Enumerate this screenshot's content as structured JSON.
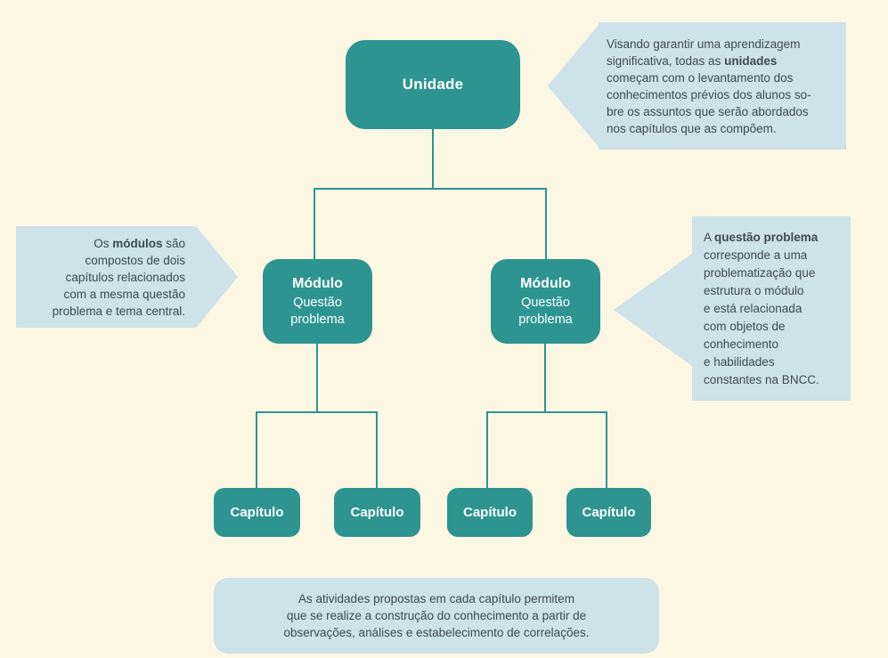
{
  "palette": {
    "background": "#FBF7E3",
    "teal": "#2D9490",
    "callout_bg": "#CDE2E9",
    "text_dark": "#3E4A53",
    "text_light": "#FFFFFF"
  },
  "nodes": {
    "unidade": {
      "label": "Unidade"
    },
    "modulo_left": {
      "title": "Módulo",
      "subtitle": "Questão\nproblema"
    },
    "modulo_right": {
      "title": "Módulo",
      "subtitle": "Questão\nproblema"
    },
    "capitulos": [
      "Capítulo",
      "Capítulo",
      "Capítulo",
      "Capítulo"
    ]
  },
  "callouts": {
    "unidade_note": {
      "segments": [
        {
          "t": "Visando garantir uma aprendizagem\nsignificativa, todas as ",
          "b": false
        },
        {
          "t": "unidades",
          "b": true
        },
        {
          "t": "\ncomeçam com o levantamento dos\nconhecimentos prévios dos alunos so-\nbre os assuntos que serão abordados\nnos capítulos que as compõem.",
          "b": false
        }
      ]
    },
    "modulo_note": {
      "segments": [
        {
          "t": "Os ",
          "b": false
        },
        {
          "t": "módulos",
          "b": true
        },
        {
          "t": " são\ncompostos de dois\ncapítulos relacionados\ncom a mesma questão\nproblema e tema central.",
          "b": false
        }
      ]
    },
    "questao_note": {
      "segments": [
        {
          "t": "A ",
          "b": false
        },
        {
          "t": "questão problema",
          "b": true
        },
        {
          "t": "\ncorresponde a uma\nproblematização que\nestrutura o módulo\ne está relacionada\ncom objetos de\nconhecimento\ne habilidades\nconstantes na BNCC.",
          "b": false
        }
      ]
    },
    "capitulo_note": {
      "segments": [
        {
          "t": "As atividades propostas em cada capítulo permitem\nque se realize a construção do conhecimento a partir de\nobservações, análises e estabelecimento de correlações.",
          "b": false
        }
      ]
    }
  }
}
